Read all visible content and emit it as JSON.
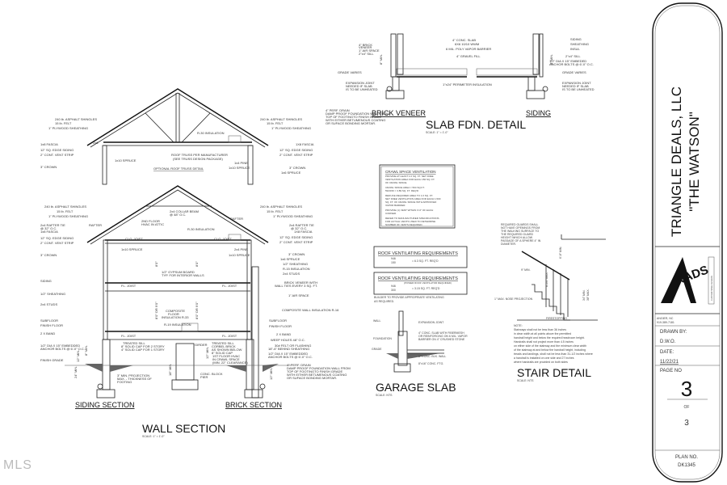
{
  "title_block": {
    "company": "TRIANGLE DEALS, LLC",
    "plan_name": "\"THE WATSON\"",
    "logo_text": "KADS",
    "logo_subtext": "CUSTOM HOME DESIGNS",
    "location": "ANGIER, NC",
    "phone": "919-389-7181",
    "drawn_by_label": "DRAWN BY:",
    "drawn_by": "D.W.O.",
    "date_label": "DATE:",
    "date": "11/22/21",
    "page_no_label": "PAGE NO",
    "page_no": "3",
    "of_label": "OF",
    "page_total": "3",
    "plan_no_label": "PLAN NO.",
    "plan_no": "DK1345"
  },
  "truss_detail": {
    "title": "OPTIONAL ROOF TRUSS DETAIL",
    "labels_left": [
      "240 lb. ASPHALT SHINGLES",
      "15 lb. FELT",
      "1\" PLYWOOD SHEATHING",
      "1x8 FASCIA",
      "12\" SQ. EDGE SIDING",
      "2\" CONT. VENT STRIP",
      "3\" CROWN",
      "2x6"
    ],
    "labels_right": [
      "240 lb. ASPHALT SHINGLES",
      "15 lb. FELT",
      "1\" PLYWOOD SHEATHING",
      "1X8 FASCIA",
      "12\" SQ. EDGE SIDING",
      "2\" CONT. VENT STRIP",
      "1x4 PINE",
      "1x10 SPRUCE",
      "3\" CROWN",
      "1x6 SPRUCE"
    ],
    "labels_center": [
      "R-30 INSULATION",
      "ROOF TRUSS PER MANUFACTURER",
      "(SEE TRUSS DESIGN PACKAGE)",
      "1x10 SPRUCE"
    ]
  },
  "wall_section": {
    "title": "WALL SECTION",
    "scale": "SCALE: 1\" = 1'-0\"",
    "siding_section": "SIDING SECTION",
    "brick_section": "BRICK SECTION",
    "labels_left": [
      "240 lb. ASPHALT SHINGLES",
      "15 lb. FELT",
      "1\" PLYWOOD SHEATHING",
      "2x4 RAFTER TIE",
      "@ 32\" O.C.",
      "1x8 FASCIA",
      "12\" SQ. EDGE SIDING",
      "2\" CONT. VENT STRIP",
      "3\" CROWN",
      "SIDING",
      "1/2\" SHEATHING",
      "2x4 STUDS",
      "SUBFLOOR",
      "FINISH FLOOR",
      "2 X  BAND",
      "1/2\" DIA X 15\" EMBEDDED",
      "ANCHOR BOLTS @ 6'-0\" O.C.",
      "FINISH GRADE"
    ],
    "labels_right": [
      "240 lb. ASPHALT SHINGLES",
      "15 lb. FELT",
      "1\" PLYWOOD SHEATHING",
      "2x4 RAFTER TIE",
      "@ 32\" O.C.",
      "1X8 FASCIA",
      "12\" SQ. EDGE SIDING",
      "2\" CONT. VENT STRIP",
      "3\" CROWN",
      "1x6 SPRUCE",
      "1/2\" SHEATHING",
      "R-15 INSULATION",
      "2x4 STUDS",
      "BRICK VENEER WITH",
      "WALL TIES EVERY 3 SQ. FT.",
      "1\" AIR SPACE",
      "COMPOSITE WALL INSULATION R-16",
      "SUBFLOOR",
      "FINISH FLOOR",
      "2 X  BAND",
      "WEEP HOLES 48\" O.C.",
      "30# FELT OR FLASHING",
      "18\"-6\" BEHIND SHEATHING",
      "1/2\" DIA X 15\" EMBEDDED",
      "ANCHOR BOLTS @ 6'-0\" O.C.",
      "4\" PERF. DRAIN",
      "DAMP PROOF FOUNDATION WALL FROM",
      "TOP OF FOOTINGTO FINISH GRADE",
      "WITH EITHER BETUMENOUS COATING",
      "OR SUFACE BONDING MORTAR."
    ],
    "labels_center": [
      "RAFTER",
      "RAFTER",
      "2ND FLOOR",
      "HVAC IN ATTIC",
      "2x4 COLLAR BEAM",
      "@ 48\" O.C.",
      "R-30 INSULATION",
      "CLG. JOIST",
      "CLG. JOIST",
      "1x10 SPRUCE",
      "2x4 PINE",
      "1x10 SPRUCE",
      "1/2\" GYPSUM BOARD",
      "TYP. FOR INTERIOR WALLS",
      "FL. JOIST",
      "FL. JOIST",
      "COMPOSITE",
      "FLOOR",
      "INSULATION R-33",
      "R-19 INSULATION",
      "FL. JOIST",
      "FL. JOIST",
      "TREATED SILL",
      "8\" SOLID CAP FOR 2 STORY",
      "4\" SOLID CAP FOR 1 STORY",
      "GIRDER",
      "TREATED SILL",
      "CORBEL BRICK",
      "AS SHOWN BELOW",
      "8\" SOLID CAP",
      "1ST FLOOR HVAC",
      "IN CRAWL SPACE",
      "(MIN. 22\" CLEARANCE)",
      "3\" MIN. PROJECTION",
      "MAX. - THICKNESS OF",
      "FOOTING",
      "CONC. BLOCK",
      "PIER"
    ],
    "dimensions": [
      "8'0\"",
      "8'0\"",
      "8'0\" OR 9'0\"",
      "8'0\" OR 9'0\"",
      "24\" MIN.",
      "12\" MIN.",
      "8\" MIN.",
      "12\" MIN.",
      "18\" MIN.",
      "12\" MIN."
    ]
  },
  "slab_detail": {
    "title": "SLAB FDN. DETAIL",
    "scale": "SCALE: 1\" = 1'-0\"",
    "brick_veneer": "BRICK VENEER",
    "siding": "SIDING",
    "labels_left": [
      "4\" BRICK",
      "VENEER",
      "1\" AIR SPACE",
      "2\"x4\" SILL",
      "GRADE VARIES",
      "EXPANSION JOINT",
      "NEEDED IF SLAB",
      "IS TO BE UNHEATED",
      "4\" PERF. DRAIN",
      "DAMP PROOF FOUNDATION WALL FROM",
      "TOP OF FOOTINGTO FINISH GRADE",
      "WITH EITHER BETUMENOUS COATING",
      "OR SUFACE BONDING MORTAR."
    ],
    "labels_center": [
      "4\" CONC. SLAB",
      "6X6 10/10 WWM",
      "6 MIL. POLY VAPOR BARRIER",
      "4\" GRAVEL FILL",
      "1\"x24\" PERIMETER INSULATION"
    ],
    "labels_right": [
      "SIDING",
      "SHEATHING",
      "INSUL",
      "2\"x4\" SILL",
      "1/2\" DIA X 15\" EMBEDED",
      "ANCHOR BOLTS @ 6'-0\" O.C.",
      "GRADE VARIES",
      "EXPANSION JOINT",
      "NEEDED IF SLAB",
      "IS TO BE UNHEATED"
    ],
    "dimensions": [
      "8\" MIN.",
      "8\" MIN."
    ]
  },
  "crawl_vent": {
    "heading": "CRAWL SPACE VENTILATION",
    "lines": [
      "PROVIDE AT LEAST 1.0 SQ. FT. NET FREE",
      "VENTILATION AREA FOR EACH 150 SQ. FT.",
      "OF CRAWL SPACE.",
      "CRAWL SPACE AREA = 594 SQ.FT.",
      "594/150 = 3.89 SQ. FT. REQ'D",
      "REDUCE REQUIRED AREA TO 1.0 SQ. FT.",
      "NET FREE VENTILATION AREA FOR EACH 1,500",
      "SQ. FT. OF CRAWL SPACE WITH APPROVED",
      "VAPOR BARRIER.",
      "PROVIDE (1) VENT WITHIN 3'-0\" OF EACH",
      "CORNER.",
      "REFER TO MANUFACTURER SPECIFICATIONS",
      "FOR ACTUAL VENTS USED TO DETERMINE",
      "NUMBER OF VENTS REQUIRED."
    ]
  },
  "roof_vent_1": {
    "heading": "ROOF VENTILATING REQUIREMENTS",
    "fraction_top": "946",
    "fraction_bottom": "150",
    "result": "= 6.3 SQ. FT. REQ'D"
  },
  "roof_vent_2": {
    "heading": "ROOF VENTILATING REQUIREMENTS",
    "subheading": "(POWER ROOF VENTILATOR REQUIRED)",
    "fraction_top": "946",
    "fraction_bottom": "300",
    "result": "= 3.15 SQ. FT. REQ'D"
  },
  "builder_note": [
    "BUILDER TO PROVIDE APPROPRIATE VENTILATING",
    "AS REQUIRED."
  ],
  "garage_slab": {
    "title": "GARAGE SLAB",
    "scale": "SCALE: NTS",
    "labels": [
      "WALL",
      "FOUNDATION",
      "GRADE",
      "EXPANSION JOINT",
      "4\" CONC. SLAB WITH FIBERMESH",
      "OR REINFORCING ON 6 MIL. VAPOR",
      "BARRIER ON 4\" CRUSHED STONE",
      "8\" CONC. BLK. WALL",
      "8\"x16\" CONC. FTG."
    ]
  },
  "stair_detail": {
    "title": "STAIR DETAIL",
    "scale": "SCALE: NTS",
    "guard_note": [
      "REQUIRED GUARDS SHALL",
      "NOT HAVE OPENINGS FROM",
      "THE WALKING SURFACE TO",
      "THE REQUIRED GUARD",
      "HEIGHT WHICH ALLOW",
      "PASSAGE OF A SPHERE 4\" IN",
      "DIAMETER."
    ],
    "labels": [
      "1\" MAX. NOSE PROJECTION",
      "FIRESTOPPING",
      "9\" MIN.",
      "6'-8\" MIN.",
      "8-1/4\" MAX",
      "34\" MIN.",
      "38\" MAX."
    ],
    "note_heading": "NOTE:",
    "note_lines": [
      "Stairways shall not be less than 36 inches",
      "in clear width at all points above the permitted",
      "handrail height and below the required headroom height.",
      "Handrails shall not project more than 4.5 inches",
      "on either side of the stairway and the minimum clear width",
      "of the stairway at and below the handrail height, including",
      "treads and landings, shall not be less than 31-1/2 inches where",
      "a handrail is installed on one side and 27 inches",
      "where handrails are provided on both sides"
    ]
  },
  "watermark": "MLS"
}
